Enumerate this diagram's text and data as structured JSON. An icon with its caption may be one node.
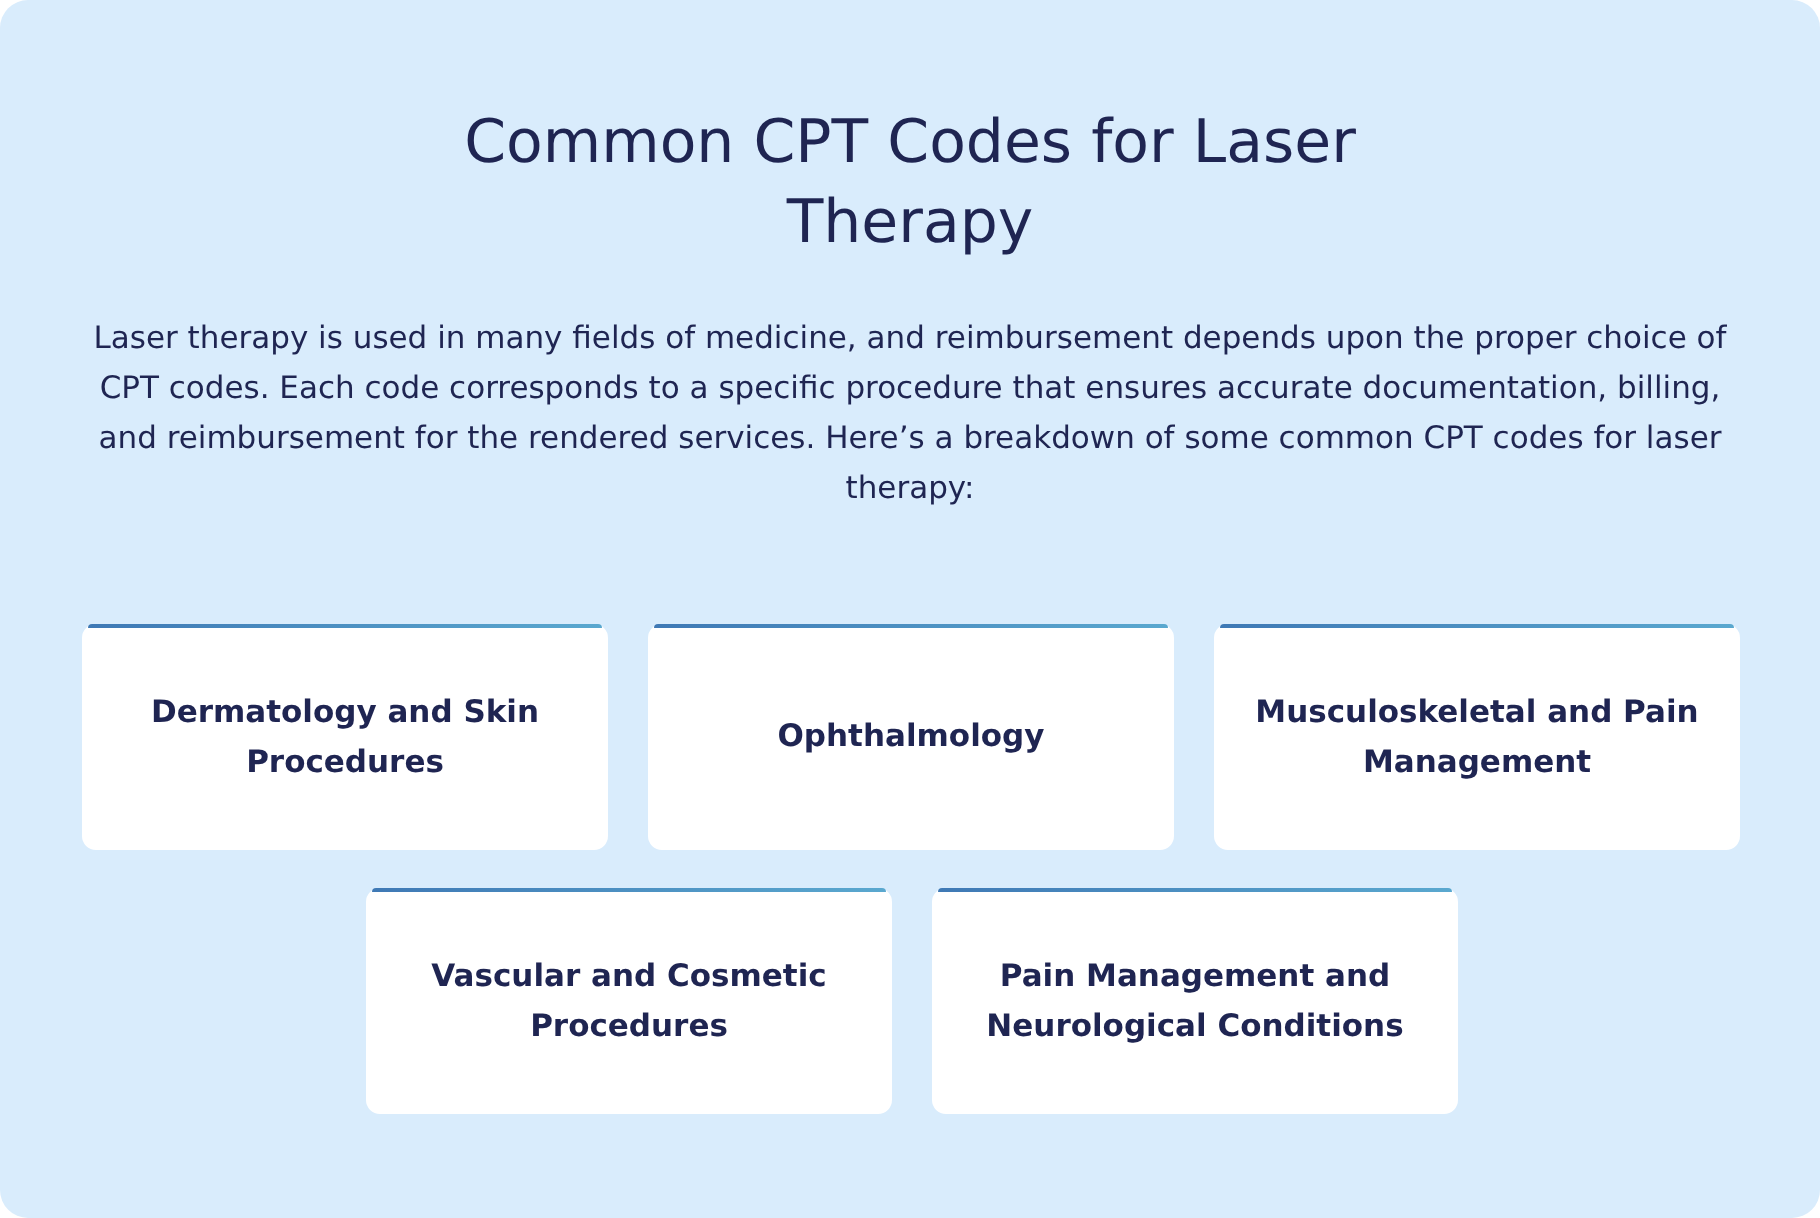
{
  "diagram": {
    "title": "Common CPT Codes for Laser Therapy",
    "nodes": [
      {
        "text": [
          "Dermatology and Skin Procedures"
        ]
      },
      {
        "text": [
          "Ophthalmology"
        ]
      },
      {
        "text": [
          "Musculoskeletal and Pain Management"
        ]
      },
      {
        "text": [
          "Vascular and Cosmetic Procedures"
        ]
      },
      {
        "text": [
          "Pain Management and Neurological Conditions"
        ]
      }
    ],
    "labels": [
      "Laser therapy is used in many fields of medicine, and reimbursement depends upon the proper choice of CPT codes. Each code corresponds to a specific procedure that ensures accurate documentation, billing, and reimbursement for the rendered services. Here’s a breakdown of some common CPT codes for laser therapy:"
    ]
  }
}
